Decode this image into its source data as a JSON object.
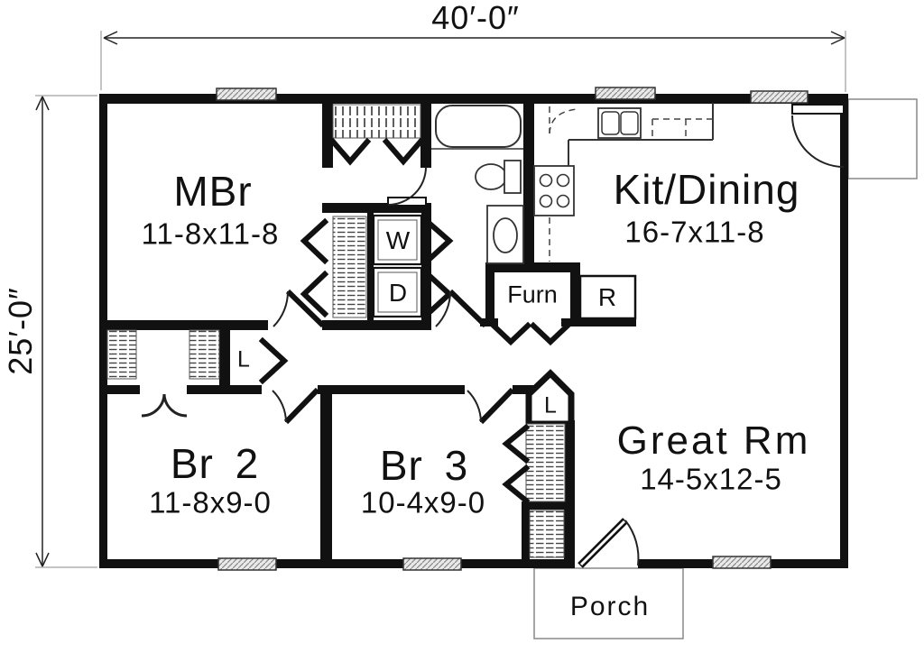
{
  "plan": {
    "type": "single-story house floor plan",
    "overall": {
      "width": "40′-0″",
      "depth": "25′-0″"
    },
    "rooms": [
      {
        "name": "MBr",
        "size": "11-8x11-8"
      },
      {
        "name": "Kit/Dining",
        "size": "16-7x11-8"
      },
      {
        "name": "Br 2",
        "size": "11-8x9-0"
      },
      {
        "name": "Br 3",
        "size": "10-4x9-0"
      },
      {
        "name": "Great Rm",
        "size": "14-5x12-5"
      },
      {
        "name": "Porch",
        "size": ""
      }
    ]
  },
  "labels": {
    "width_dim": "40′-0″",
    "depth_dim": "25′-0″",
    "mbr_name": "MBr",
    "mbr_size": "11-8x11-8",
    "kit_name": "Kit/Dining",
    "kit_size": "16-7x11-8",
    "br2_name": "Br 2",
    "br2_size": "11-8x9-0",
    "br3_name": "Br 3",
    "br3_size": "10-4x9-0",
    "great_name": "Great Rm",
    "great_size": "14-5x12-5",
    "porch": "Porch",
    "furnace": "Furn",
    "refrigerator": "R",
    "washer": "W",
    "dryer": "D",
    "linen_hall": "L",
    "linen_br3": "L"
  },
  "colors": {
    "wall": "#111111",
    "thin_line": "#333333",
    "hatch": "#777777",
    "background": "#ffffff"
  }
}
